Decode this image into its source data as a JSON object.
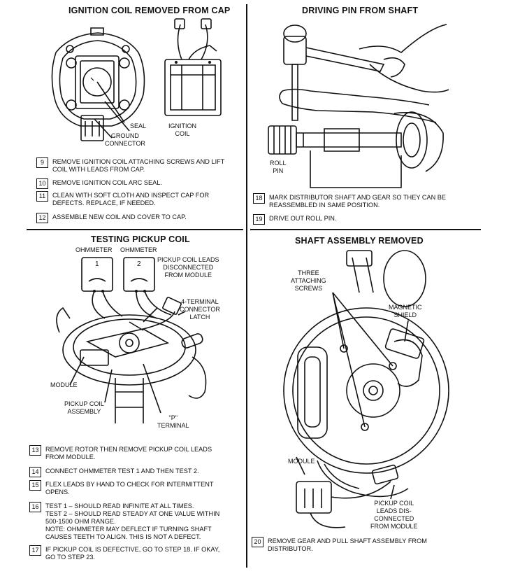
{
  "panels": {
    "top_left": {
      "title": "IGNITION COIL REMOVED FROM CAP",
      "labels": {
        "seal": "SEAL",
        "ground": "GROUND\nCONNECTOR",
        "coil": "IGNITION\nCOIL"
      },
      "steps": [
        {
          "num": "9",
          "text": "REMOVE IGNITION COIL ATTACHING SCREWS AND LIFT\nCOIL WITH LEADS FROM CAP."
        },
        {
          "num": "10",
          "text": "REMOVE IGNITION COIL ARC SEAL."
        },
        {
          "num": "11",
          "text": "CLEAN WITH SOFT CLOTH AND INSPECT CAP FOR\nDEFECTS. REPLACE, IF NEEDED."
        },
        {
          "num": "12",
          "text": "ASSEMBLE NEW COIL AND COVER TO CAP."
        }
      ]
    },
    "top_right": {
      "title": "DRIVING PIN FROM SHAFT",
      "labels": {
        "roll_pin": "ROLL\nPIN"
      },
      "steps": [
        {
          "num": "18",
          "text": "MARK DISTRIBUTOR SHAFT AND GEAR SO THEY CAN BE\nREASSEMBLED IN SAME POSITION."
        },
        {
          "num": "19",
          "text": "DRIVE OUT ROLL PIN."
        }
      ]
    },
    "bottom_left": {
      "title": "TESTING PICKUP COIL",
      "labels": {
        "ohm1": "OHMMETER",
        "ohm2": "OHMMETER",
        "meter1": "1",
        "meter2": "2",
        "leads": "PICKUP COIL LEADS\nDISCONNECTED\nFROM MODULE",
        "latch": "4-TERMINAL\nCONNECTOR\nLATCH",
        "module": "MODULE",
        "pickup": "PICKUP COIL\nASSEMBLY",
        "terminal": "\"P\"\nTERMINAL"
      },
      "steps": [
        {
          "num": "13",
          "text": "REMOVE ROTOR THEN REMOVE PICKUP COIL LEADS\nFROM MODULE."
        },
        {
          "num": "14",
          "text": "CONNECT OHMMETER TEST 1 AND THEN TEST 2."
        },
        {
          "num": "15",
          "text": "FLEX LEADS BY HAND TO CHECK FOR INTERMITTENT\nOPENS."
        },
        {
          "num": "16",
          "text": "TEST 1 – SHOULD READ INFINITE AT ALL TIMES.\nTEST 2 – SHOULD READ STEADY AT ONE VALUE WITHIN\n500-1500 OHM RANGE.\nNOTE: OHMMETER MAY DEFLECT IF TURNING SHAFT\n          CAUSES TEETH TO ALIGN. THIS IS NOT A DEFECT."
        },
        {
          "num": "17",
          "text": "IF PICKUP COIL IS DEFECTIVE, GO TO STEP 18. IF OKAY,\nGO TO STEP 23."
        }
      ]
    },
    "bottom_right": {
      "title": "SHAFT ASSEMBLY REMOVED",
      "labels": {
        "screws": "THREE\nATTACHING\nSCREWS",
        "shield": "MAGNETIC\nSHIELD",
        "module": "MODULE",
        "leads": "PICKUP COIL\nLEADS DIS-\nCONNECTED\nFROM MODULE"
      },
      "steps": [
        {
          "num": "20",
          "text": "REMOVE GEAR AND PULL SHAFT ASSEMBLY FROM\nDISTRIBUTOR."
        }
      ]
    }
  }
}
